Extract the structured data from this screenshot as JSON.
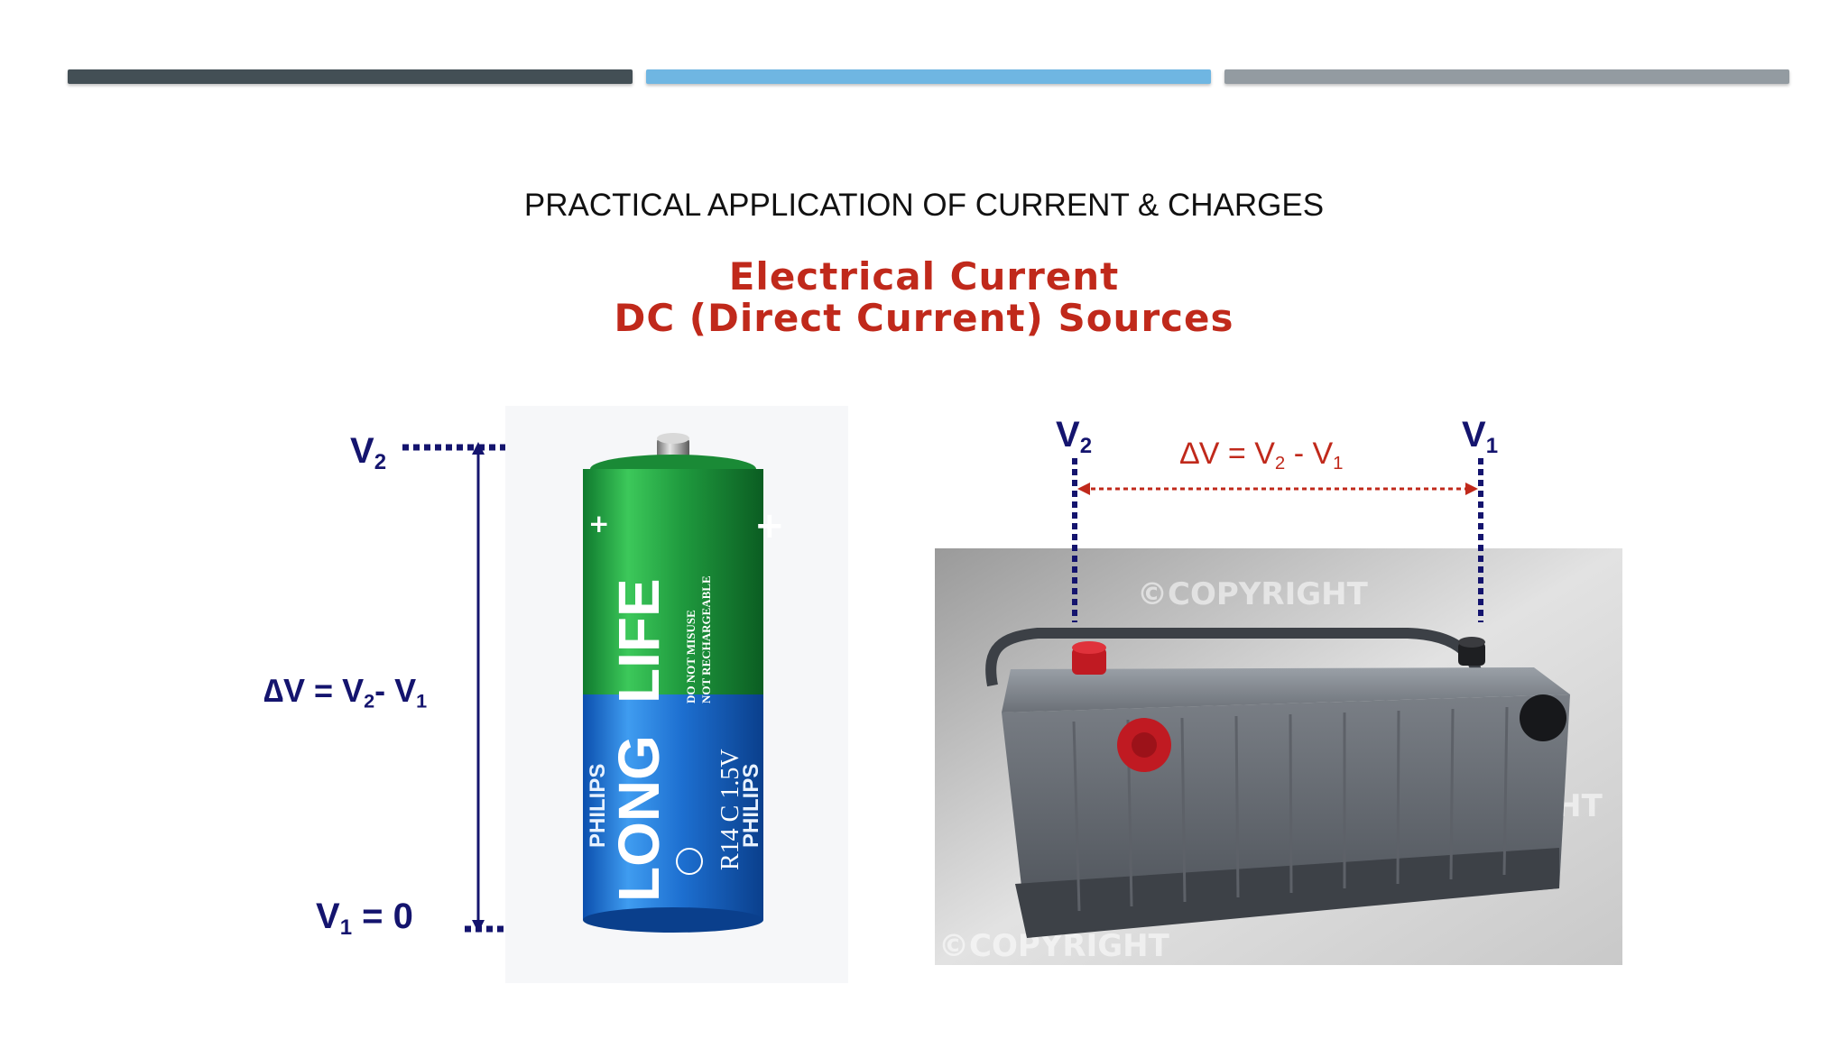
{
  "header_bars": {
    "colors": [
      "#434f55",
      "#6fb6e2",
      "#939ba1"
    ]
  },
  "slide": {
    "title": "PRACTICAL  APPLICATION OF CURRENT & CHARGES",
    "subtitle_line1": "Electrical Current",
    "subtitle_line2": "DC (Direct Current) Sources"
  },
  "colors": {
    "navy": "#14146e",
    "red": "#c0291b",
    "subtitle": "#c0291b"
  },
  "left_diagram": {
    "v2_label": "V",
    "v2_sub": "2",
    "dv_prefix": "∆V = V",
    "dv_sub1": "2",
    "dv_mid": "- V",
    "dv_sub2": "1",
    "v1_label": "V",
    "v1_sub": "1",
    "v1_suffix": " = 0"
  },
  "cell_battery": {
    "brand": "PHILIPS",
    "text_long": "LONG",
    "text_life": "LIFE",
    "model": "R14 C 1.5V",
    "warning_line1": "DO NOT MISUSE",
    "warning_line2": "NOT RECHARGEABLE",
    "plus": "+"
  },
  "right_diagram": {
    "v2_label": "V",
    "v2_sub": "2",
    "v1_label": "V",
    "v1_sub": "1",
    "dv_prefix": "∆V = V",
    "dv_sub1": "2",
    "dv_mid": " - V",
    "dv_sub2": "1"
  },
  "car_battery": {
    "watermark": "©COPYRIGHT"
  }
}
